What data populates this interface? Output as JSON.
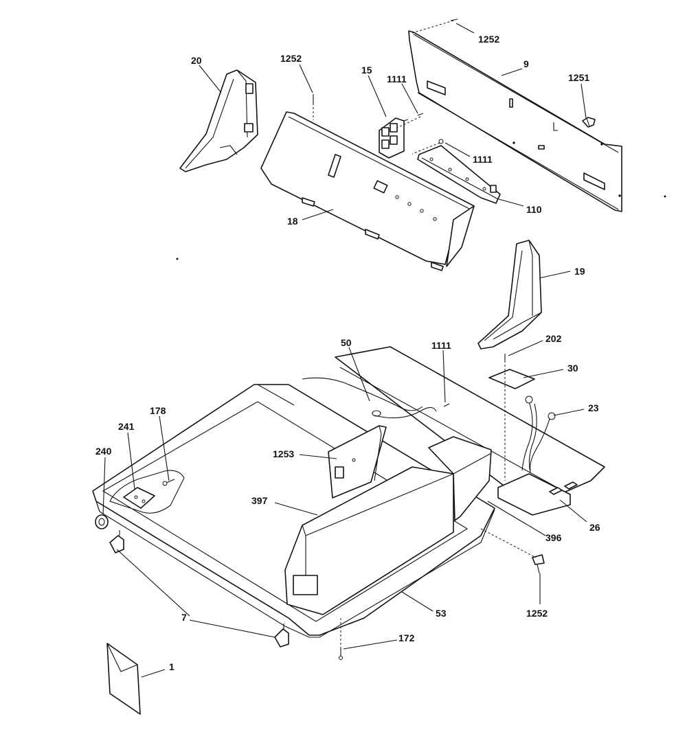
{
  "diagram": {
    "callouts": [
      {
        "id": "c1252a",
        "text": "1252"
      },
      {
        "id": "c9",
        "text": "9"
      },
      {
        "id": "c1251",
        "text": "1251"
      },
      {
        "id": "c20",
        "text": "20"
      },
      {
        "id": "c1252b",
        "text": "1252"
      },
      {
        "id": "c15",
        "text": "15"
      },
      {
        "id": "c1111a",
        "text": "1111"
      },
      {
        "id": "c1111b",
        "text": "1111"
      },
      {
        "id": "c110",
        "text": "110"
      },
      {
        "id": "c18",
        "text": "18"
      },
      {
        "id": "c19",
        "text": "19"
      },
      {
        "id": "c50",
        "text": "50"
      },
      {
        "id": "c1111c",
        "text": "1111"
      },
      {
        "id": "c202",
        "text": "202"
      },
      {
        "id": "c30",
        "text": "30"
      },
      {
        "id": "c23",
        "text": "23"
      },
      {
        "id": "c178",
        "text": "178"
      },
      {
        "id": "c241",
        "text": "241"
      },
      {
        "id": "c240",
        "text": "240"
      },
      {
        "id": "c1253",
        "text": "1253"
      },
      {
        "id": "c397",
        "text": "397"
      },
      {
        "id": "c396",
        "text": "396"
      },
      {
        "id": "c26",
        "text": "26"
      },
      {
        "id": "c1252c",
        "text": "1252"
      },
      {
        "id": "c53",
        "text": "53"
      },
      {
        "id": "c7",
        "text": "7"
      },
      {
        "id": "c172",
        "text": "172"
      },
      {
        "id": "c1",
        "text": "1"
      }
    ]
  }
}
